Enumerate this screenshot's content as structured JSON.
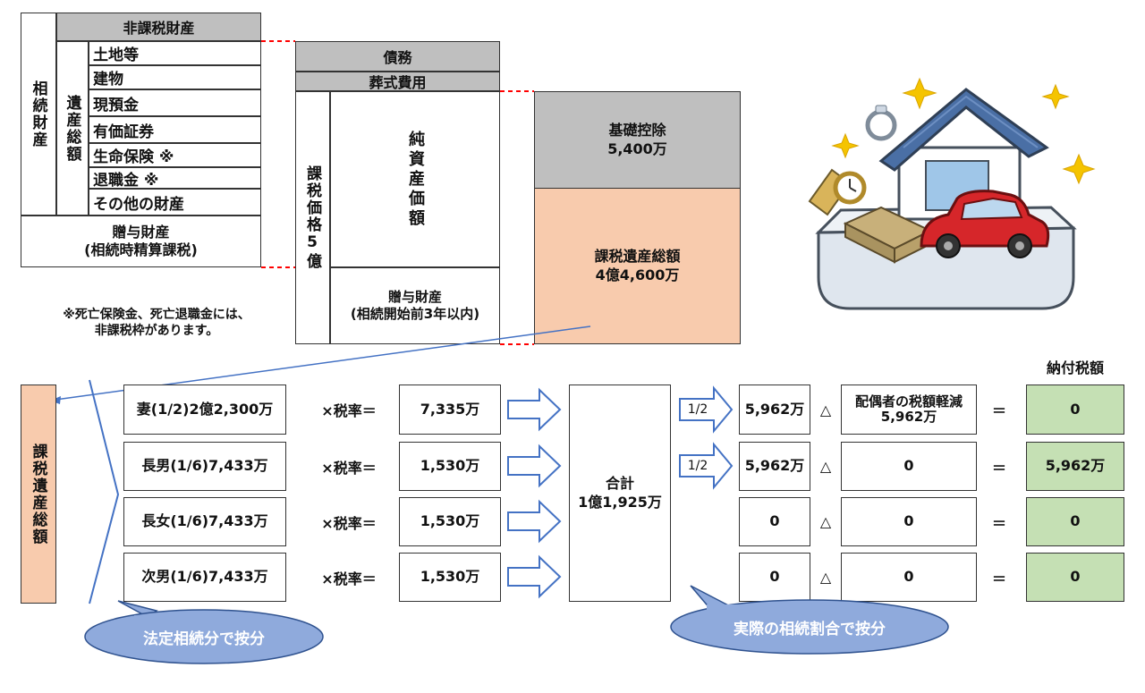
{
  "left_table": {
    "nontaxable_header": "非課税財産",
    "inheritance_property": "相続財産",
    "gross_estate": "遺産総額",
    "items": [
      "土地等",
      "建物",
      "現預金",
      "有価証券",
      "生命保険 ※",
      "退職金 ※",
      "その他の財産"
    ],
    "gift_property": "贈与財産\n(相続時精算課税)"
  },
  "note": "※死亡保険金、死亡退職金には、\n非課税枠があります。",
  "middle_table": {
    "debt": "債務",
    "funeral": "葬式費用",
    "taxable_price": "課税価格5億",
    "net_assets": "純資産価額",
    "gift_property": "贈与財産\n(相続開始前3年以内)"
  },
  "right_table": {
    "basic_deduction": "基礎控除\n5,400万",
    "taxable_total": "課税遺産総額\n4億4,600万"
  },
  "bottom": {
    "taxable_total_vertical": "課税遺産総額",
    "rows": [
      {
        "heir": "妻(1/2)2億2,300万",
        "op": "×税率＝",
        "tax": "7,335万",
        "ratio": "1/2",
        "share": "5,962万",
        "triangle": "△",
        "reduction": "配偶者の税額軽減\n5,962万",
        "eq": "＝",
        "payable": "0"
      },
      {
        "heir": "長男(1/6)7,433万",
        "op": "×税率＝",
        "tax": "1,530万",
        "ratio": "1/2",
        "share": "5,962万",
        "triangle": "△",
        "reduction": "0",
        "eq": "＝",
        "payable": "5,962万"
      },
      {
        "heir": "長女(1/6)7,433万",
        "op": "×税率＝",
        "tax": "1,530万",
        "ratio": "",
        "share": "0",
        "triangle": "△",
        "reduction": "0",
        "eq": "＝",
        "payable": "0"
      },
      {
        "heir": "次男(1/6)7,433万",
        "op": "×税率＝",
        "tax": "1,530万",
        "ratio": "",
        "share": "0",
        "triangle": "△",
        "reduction": "0",
        "eq": "＝",
        "payable": "0"
      }
    ],
    "total": "合計\n1億1,925万",
    "payable_header": "納付税額",
    "callout_left": "法定相続分で按分",
    "callout_right": "実際の相続割合で按分"
  },
  "colors": {
    "gray": "#bfbfbf",
    "peach": "#f8cbad",
    "green": "#c5e0b4",
    "callout": "#8faadc",
    "arrow_blue": "#4472c4",
    "dash_red": "#ff0000"
  }
}
